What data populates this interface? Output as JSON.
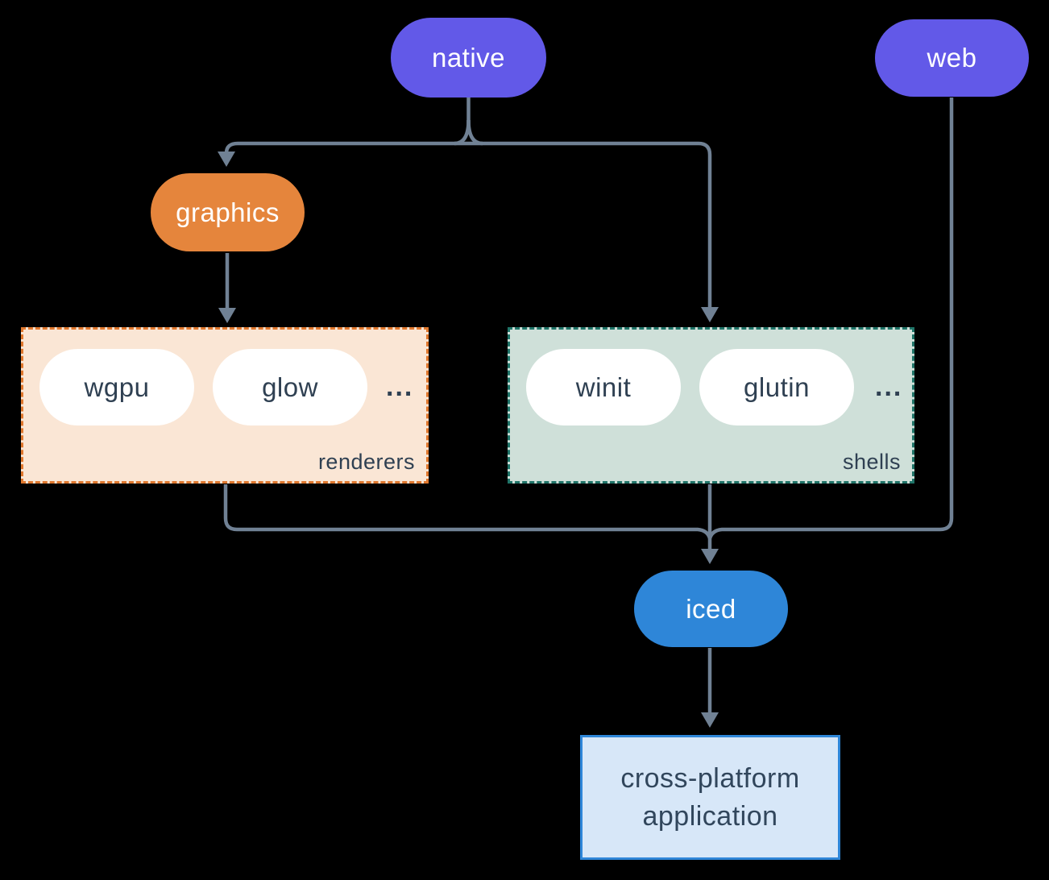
{
  "canvas": {
    "background": "#000000",
    "connector_color": "#708194"
  },
  "nodes": {
    "native": {
      "label": "native",
      "fill": "#6259E8",
      "text_color": "#FFFFFF"
    },
    "web": {
      "label": "web",
      "fill": "#6259E8",
      "text_color": "#FFFFFF"
    },
    "graphics": {
      "label": "graphics",
      "fill": "#E5853C",
      "text_color": "#FFFFFF"
    },
    "iced": {
      "label": "iced",
      "fill": "#2E86D8",
      "text_color": "#FFFFFF"
    },
    "application": {
      "label": "cross-platform application",
      "fill": "#D7E7F8",
      "border": "#2E86D8",
      "text_color": "#31465C"
    }
  },
  "groups": {
    "renderers": {
      "label": "renderers",
      "items": [
        {
          "label": "wgpu"
        },
        {
          "label": "glow"
        }
      ],
      "ellipsis": "...",
      "fill": "#FAE6D5",
      "border": "#E0782E",
      "item_text_color": "#2F4052"
    },
    "shells": {
      "label": "shells",
      "items": [
        {
          "label": "winit"
        },
        {
          "label": "glutin"
        }
      ],
      "ellipsis": "...",
      "fill": "#CFE0D9",
      "border": "#1F7468",
      "item_text_color": "#2F4052"
    }
  }
}
